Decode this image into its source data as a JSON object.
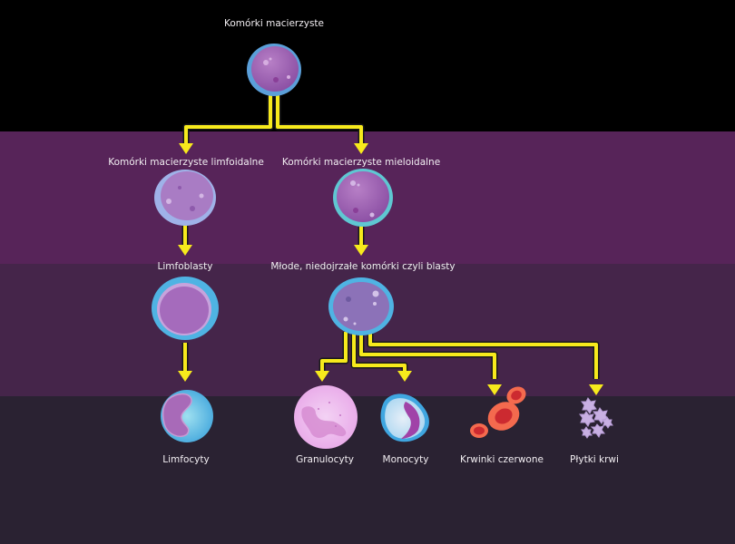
{
  "title": "Komórki macierzyste",
  "colors": {
    "arrow": "#f7ea1c",
    "band_top": "#000000",
    "band_2": "#572459",
    "band_3": "#45254a",
    "band_4": "#2a2232"
  },
  "nodes": {
    "stem": "Komórki macierzyste",
    "lymphoid_stem": "Komórki macierzyste limfoidalne",
    "myeloid_stem": "Komórki macierzyste mieloidalne",
    "lymphoblasts": "Limfoblasty",
    "blasts": "Młode, niedojrzałe komórki czyli blasty",
    "lymphocytes": "Limfocyty",
    "granulocytes": "Granulocyty",
    "monocytes": "Monocyty",
    "red_cells": "Krwinki czerwone",
    "platelets": "Płytki krwi"
  },
  "edges": [
    {
      "from": "stem",
      "to": "lymphoid_stem"
    },
    {
      "from": "stem",
      "to": "myeloid_stem"
    },
    {
      "from": "lymphoid_stem",
      "to": "lymphoblasts"
    },
    {
      "from": "myeloid_stem",
      "to": "blasts"
    },
    {
      "from": "lymphoblasts",
      "to": "lymphocytes"
    },
    {
      "from": "blasts",
      "to": "granulocytes"
    },
    {
      "from": "blasts",
      "to": "monocytes"
    },
    {
      "from": "blasts",
      "to": "red_cells"
    },
    {
      "from": "blasts",
      "to": "platelets"
    }
  ]
}
